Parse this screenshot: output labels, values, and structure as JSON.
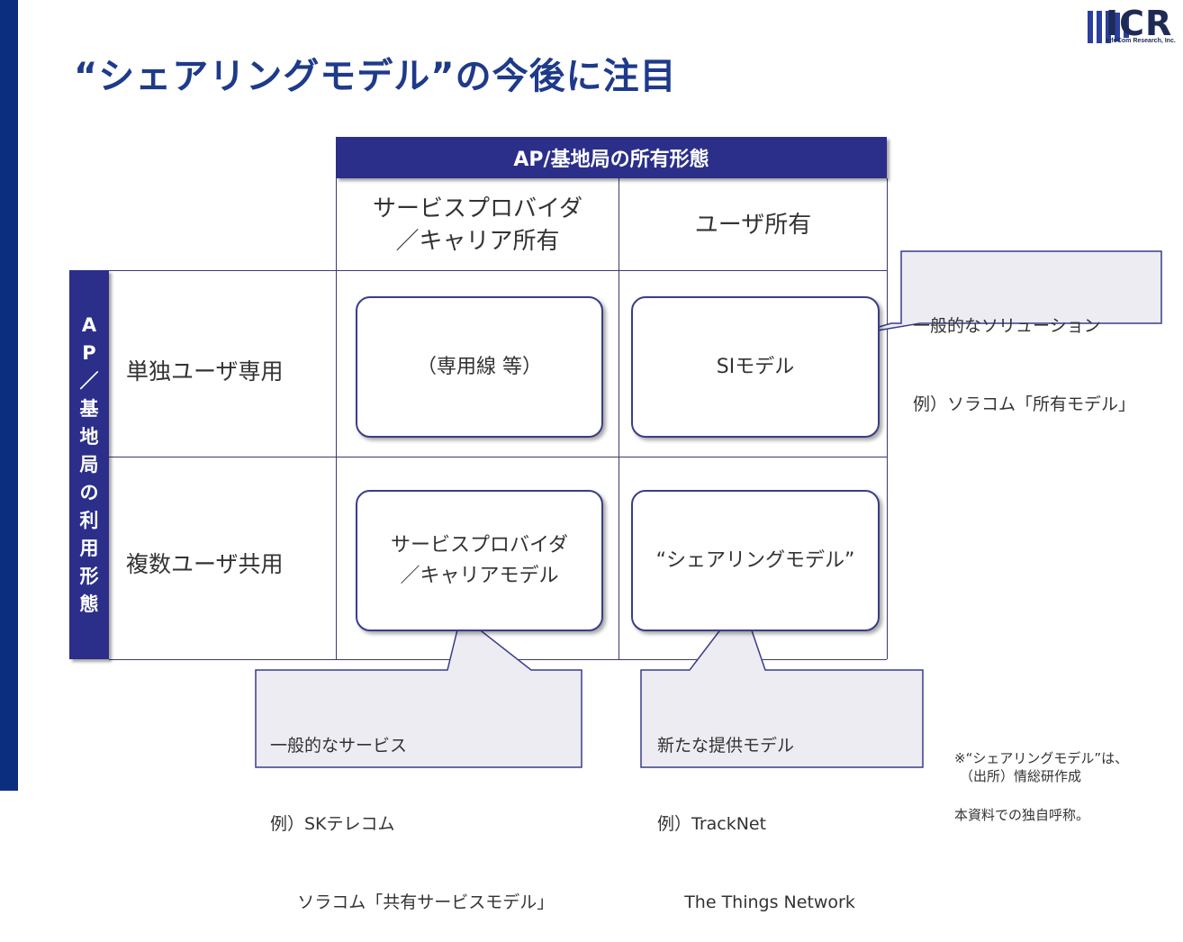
{
  "logo": {
    "text": "ICR",
    "sub": "InfoCom Research, Inc."
  },
  "title": "“シェアリングモデル”の今後に注目",
  "top_header": "AP/基地局の所有形態",
  "left_header": [
    "A",
    "P",
    "／",
    "基",
    "地",
    "局",
    "の",
    "利",
    "用",
    "形",
    "態"
  ],
  "columns": [
    {
      "line1": "サービスプロバイダ",
      "line2": "／キャリア所有"
    },
    {
      "line1": "ユーザ所有",
      "line2": ""
    }
  ],
  "rows": [
    "単独ユーザ専用",
    "複数ユーザ共用"
  ],
  "cells": {
    "r1c1": "（専用線 等）",
    "r1c2": "SIモデル",
    "r2c1_line1": "サービスプロバイダ",
    "r2c1_line2": "／キャリアモデル",
    "r2c2": "“シェアリングモデル”"
  },
  "callouts": {
    "si": {
      "line1": "一般的なソリューション",
      "line2": "例）ソラコム「所有モデル」"
    },
    "carrier": {
      "line1": "一般的なサービス",
      "line2": "例）SKテレコム",
      "line3": "     ソラコム「共有サービスモデル」"
    },
    "sharing": {
      "line1": "新たな提供モデル",
      "line2": "例）TrackNet",
      "line3": "     The Things Network"
    }
  },
  "note": {
    "line1": "※“シェアリングモデル”は、",
    "line2": "本資料での独自呼称。"
  },
  "source": "（出所）情総研作成",
  "colors": {
    "navy": "#2b2f8a",
    "side_bar": "#0b2f7e",
    "title": "#1e3a8a"
  }
}
